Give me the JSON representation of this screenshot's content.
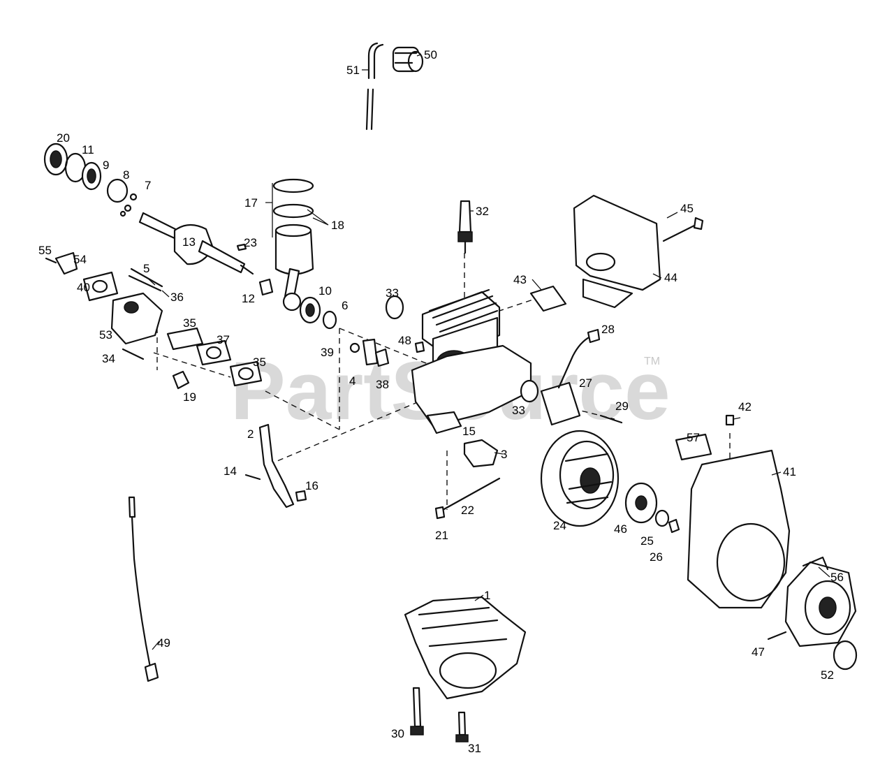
{
  "watermark": {
    "text": "PartSource",
    "trademark": "TM"
  },
  "labels": [
    "1",
    "2",
    "3",
    "4",
    "5",
    "6",
    "7",
    "8",
    "9",
    "10",
    "11",
    "12",
    "13",
    "14",
    "15",
    "16",
    "17",
    "18",
    "19",
    "20",
    "21",
    "22",
    "23",
    "24",
    "25",
    "26",
    "27",
    "28",
    "29",
    "30",
    "31",
    "32",
    "33",
    "33",
    "34",
    "35",
    "35",
    "36",
    "37",
    "38",
    "39",
    "40",
    "41",
    "42",
    "43",
    "44",
    "45",
    "46",
    "47",
    "48",
    "49",
    "50",
    "51",
    "52",
    "53",
    "54",
    "55",
    "56",
    "57"
  ]
}
